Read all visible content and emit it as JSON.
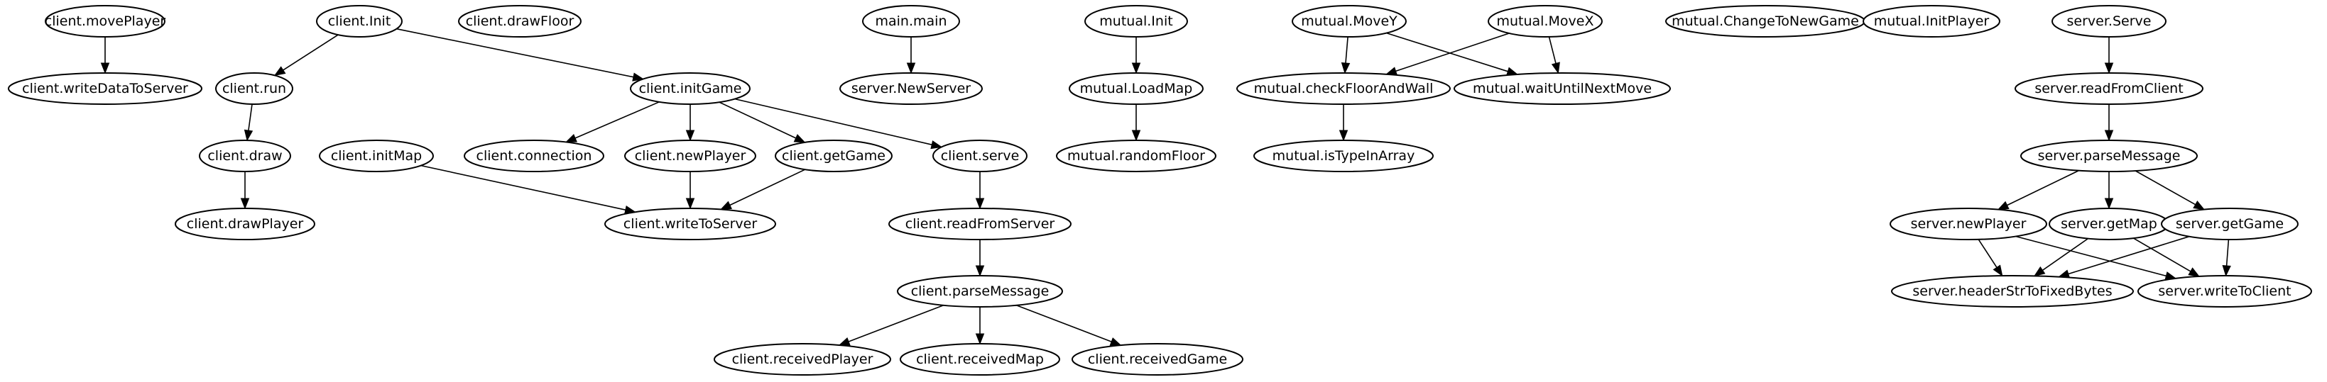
{
  "diagram": {
    "type": "call-graph",
    "nodes": [
      {
        "id": "client_movePlayer",
        "label": "client.movePlayer"
      },
      {
        "id": "client_writeDataToServer",
        "label": "client.writeDataToServer"
      },
      {
        "id": "client_Init",
        "label": "client.Init"
      },
      {
        "id": "client_run",
        "label": "client.run"
      },
      {
        "id": "client_draw",
        "label": "client.draw"
      },
      {
        "id": "client_drawPlayer",
        "label": "client.drawPlayer"
      },
      {
        "id": "client_drawFloor",
        "label": "client.drawFloor"
      },
      {
        "id": "client_initMap",
        "label": "client.initMap"
      },
      {
        "id": "client_initGame",
        "label": "client.initGame"
      },
      {
        "id": "client_connection",
        "label": "client.connection"
      },
      {
        "id": "client_newPlayer",
        "label": "client.newPlayer"
      },
      {
        "id": "client_getGame",
        "label": "client.getGame"
      },
      {
        "id": "client_serve",
        "label": "client.serve"
      },
      {
        "id": "client_writeToServer",
        "label": "client.writeToServer"
      },
      {
        "id": "client_readFromServer",
        "label": "client.readFromServer"
      },
      {
        "id": "client_parseMessage",
        "label": "client.parseMessage"
      },
      {
        "id": "client_receivedPlayer",
        "label": "client.receivedPlayer"
      },
      {
        "id": "client_receivedMap",
        "label": "client.receivedMap"
      },
      {
        "id": "client_receivedGame",
        "label": "client.receivedGame"
      },
      {
        "id": "main_main",
        "label": "main.main"
      },
      {
        "id": "server_NewServer",
        "label": "server.NewServer"
      },
      {
        "id": "mutual_Init",
        "label": "mutual.Init"
      },
      {
        "id": "mutual_LoadMap",
        "label": "mutual.LoadMap"
      },
      {
        "id": "mutual_randomFloor",
        "label": "mutual.randomFloor"
      },
      {
        "id": "mutual_MoveY",
        "label": "mutual.MoveY"
      },
      {
        "id": "mutual_MoveX",
        "label": "mutual.MoveX"
      },
      {
        "id": "mutual_checkFloorAndWall",
        "label": "mutual.checkFloorAndWall"
      },
      {
        "id": "mutual_waitUntilNextMove",
        "label": "mutual.waitUntilNextMove"
      },
      {
        "id": "mutual_isTypeInArray",
        "label": "mutual.isTypeInArray"
      },
      {
        "id": "mutual_ChangeToNewGame",
        "label": "mutual.ChangeToNewGame"
      },
      {
        "id": "mutual_InitPlayer",
        "label": "mutual.InitPlayer"
      },
      {
        "id": "server_Serve",
        "label": "server.Serve"
      },
      {
        "id": "server_readFromClient",
        "label": "server.readFromClient"
      },
      {
        "id": "server_parseMessage",
        "label": "server.parseMessage"
      },
      {
        "id": "server_newPlayer",
        "label": "server.newPlayer"
      },
      {
        "id": "server_getMap",
        "label": "server.getMap"
      },
      {
        "id": "server_getGame",
        "label": "server.getGame"
      },
      {
        "id": "server_headerStrToFixedBytes",
        "label": "server.headerStrToFixedBytes"
      },
      {
        "id": "server_writeToClient",
        "label": "server.writeToClient"
      }
    ],
    "edges": [
      {
        "from": "client_movePlayer",
        "to": "client_writeDataToServer"
      },
      {
        "from": "client_Init",
        "to": "client_run"
      },
      {
        "from": "client_Init",
        "to": "client_initGame"
      },
      {
        "from": "client_run",
        "to": "client_draw"
      },
      {
        "from": "client_draw",
        "to": "client_drawPlayer"
      },
      {
        "from": "client_initGame",
        "to": "client_connection"
      },
      {
        "from": "client_initGame",
        "to": "client_newPlayer"
      },
      {
        "from": "client_initGame",
        "to": "client_getGame"
      },
      {
        "from": "client_initGame",
        "to": "client_serve"
      },
      {
        "from": "client_initMap",
        "to": "client_writeToServer"
      },
      {
        "from": "client_newPlayer",
        "to": "client_writeToServer"
      },
      {
        "from": "client_getGame",
        "to": "client_writeToServer"
      },
      {
        "from": "client_serve",
        "to": "client_readFromServer"
      },
      {
        "from": "client_readFromServer",
        "to": "client_parseMessage"
      },
      {
        "from": "client_parseMessage",
        "to": "client_receivedPlayer"
      },
      {
        "from": "client_parseMessage",
        "to": "client_receivedMap"
      },
      {
        "from": "client_parseMessage",
        "to": "client_receivedGame"
      },
      {
        "from": "main_main",
        "to": "server_NewServer"
      },
      {
        "from": "mutual_Init",
        "to": "mutual_LoadMap"
      },
      {
        "from": "mutual_LoadMap",
        "to": "mutual_randomFloor"
      },
      {
        "from": "mutual_MoveY",
        "to": "mutual_checkFloorAndWall"
      },
      {
        "from": "mutual_MoveY",
        "to": "mutual_waitUntilNextMove"
      },
      {
        "from": "mutual_MoveX",
        "to": "mutual_checkFloorAndWall"
      },
      {
        "from": "mutual_MoveX",
        "to": "mutual_waitUntilNextMove"
      },
      {
        "from": "mutual_checkFloorAndWall",
        "to": "mutual_isTypeInArray"
      },
      {
        "from": "server_Serve",
        "to": "server_readFromClient"
      },
      {
        "from": "server_readFromClient",
        "to": "server_parseMessage"
      },
      {
        "from": "server_parseMessage",
        "to": "server_newPlayer"
      },
      {
        "from": "server_parseMessage",
        "to": "server_getMap"
      },
      {
        "from": "server_parseMessage",
        "to": "server_getGame"
      },
      {
        "from": "server_newPlayer",
        "to": "server_headerStrToFixedBytes"
      },
      {
        "from": "server_newPlayer",
        "to": "server_writeToClient"
      },
      {
        "from": "server_getMap",
        "to": "server_headerStrToFixedBytes"
      },
      {
        "from": "server_getMap",
        "to": "server_writeToClient"
      },
      {
        "from": "server_getGame",
        "to": "server_headerStrToFixedBytes"
      },
      {
        "from": "server_getGame",
        "to": "server_writeToClient"
      }
    ]
  }
}
